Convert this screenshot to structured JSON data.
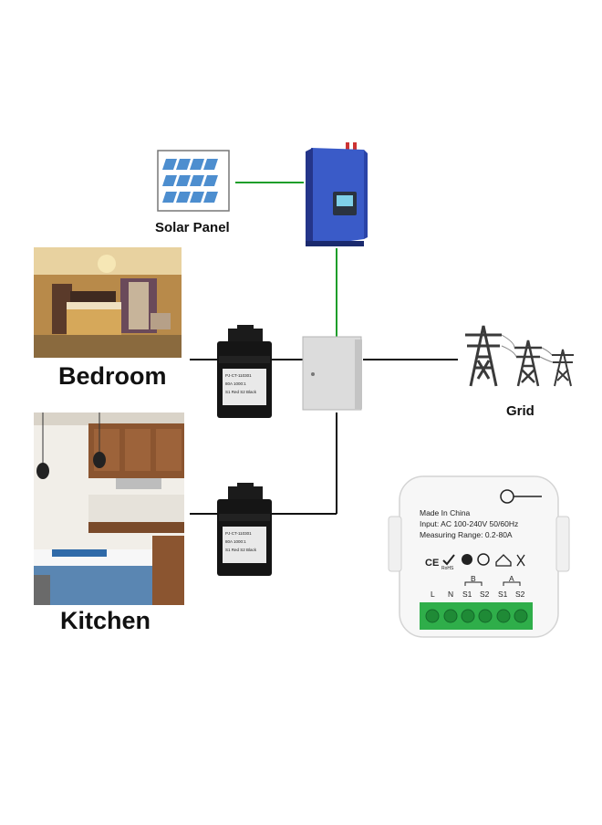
{
  "labels": {
    "solar_panel": "Solar Panel",
    "bedroom": "Bedroom",
    "kitchen": "Kitchen",
    "grid": "Grid"
  },
  "ct_clamp": {
    "line1": "PJ-CT-110301",
    "line2": "80A 1000:1",
    "line3": "S1 Red  S2 Black"
  },
  "device": {
    "made_in": "Made In China",
    "input": "Input: AC 100-240V 50/60Hz",
    "range": "Measuring Range: 0.2-80A",
    "group_b": "B",
    "group_a": "A",
    "terminals": [
      "L",
      "N",
      "S1",
      "S2",
      "S1",
      "S2"
    ],
    "ce_mark": "CE",
    "rohs_mark": "RoHS"
  },
  "colors": {
    "solar_link": "#1e9e2a",
    "wire": "#111111",
    "inverter_blue": "#3a5bc8",
    "terminal_green": "#2fae4a"
  }
}
